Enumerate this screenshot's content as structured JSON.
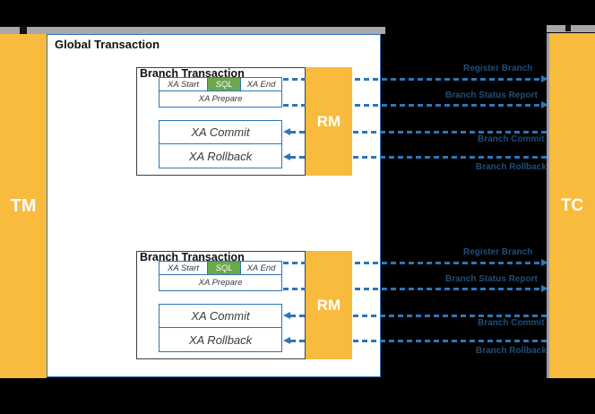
{
  "actors": {
    "tm": "TM",
    "tc": "TC"
  },
  "global_box": {
    "title": "Global Transaction"
  },
  "groups": [
    {
      "title": "Branch Transaction",
      "rm_label": "RM",
      "cells": {
        "xa_start": "XA Start",
        "sql": "SQL",
        "xa_end": "XA End",
        "xa_prepare": "XA Prepare",
        "xa_commit": "XA Commit",
        "xa_rollback": "XA Rollback"
      },
      "arrows": [
        {
          "label": "Register Branch",
          "direction": "right"
        },
        {
          "label": "Branch Status Report",
          "direction": "right"
        },
        {
          "label": "Branch Commit",
          "direction": "left"
        },
        {
          "label": "Branch Rollback",
          "direction": "left"
        }
      ]
    },
    {
      "title": "Branch Transaction",
      "rm_label": "RM",
      "cells": {
        "xa_start": "XA Start",
        "sql": "SQL",
        "xa_end": "XA End",
        "xa_prepare": "XA Prepare",
        "xa_commit": "XA Commit",
        "xa_rollback": "XA Rollback"
      },
      "arrows": [
        {
          "label": "Register Branch",
          "direction": "right"
        },
        {
          "label": "Branch Status Report",
          "direction": "right"
        },
        {
          "label": "Branch Commit",
          "direction": "left"
        },
        {
          "label": "Branch Rollback",
          "direction": "left"
        }
      ]
    }
  ],
  "colors": {
    "background": "#000000",
    "actor_orange": "#F8BB3D",
    "sql_green": "#6AA84F",
    "arrow_blue": "#2E75B6",
    "label_dark_blue": "#1F4E79",
    "top_bar_gray": "#A8A8A8",
    "box_white": "#FFFFFF"
  }
}
